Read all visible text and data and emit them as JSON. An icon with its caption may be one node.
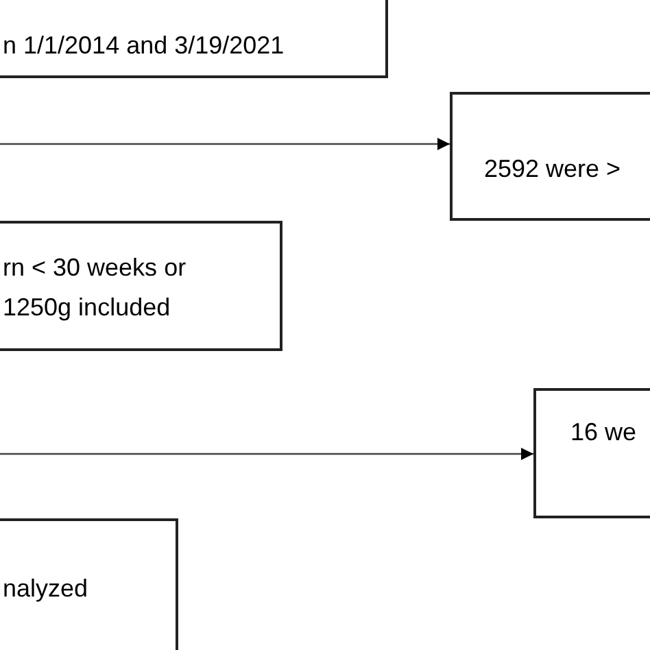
{
  "diagram": {
    "nodes": [
      {
        "text": [
          "n 1/1/2014 and 3/19/2021"
        ]
      },
      {
        "text": [
          "2592 were >"
        ]
      },
      {
        "text": [
          "rn < 30 weeks or 1250g included"
        ]
      },
      {
        "text": [
          "16 we"
        ]
      },
      {
        "text": [
          "nalyzed"
        ]
      }
    ],
    "edges": [
      {
        "from": null,
        "to": 1,
        "arrow": "to"
      },
      {
        "from": null,
        "to": 3,
        "arrow": "to"
      }
    ]
  }
}
